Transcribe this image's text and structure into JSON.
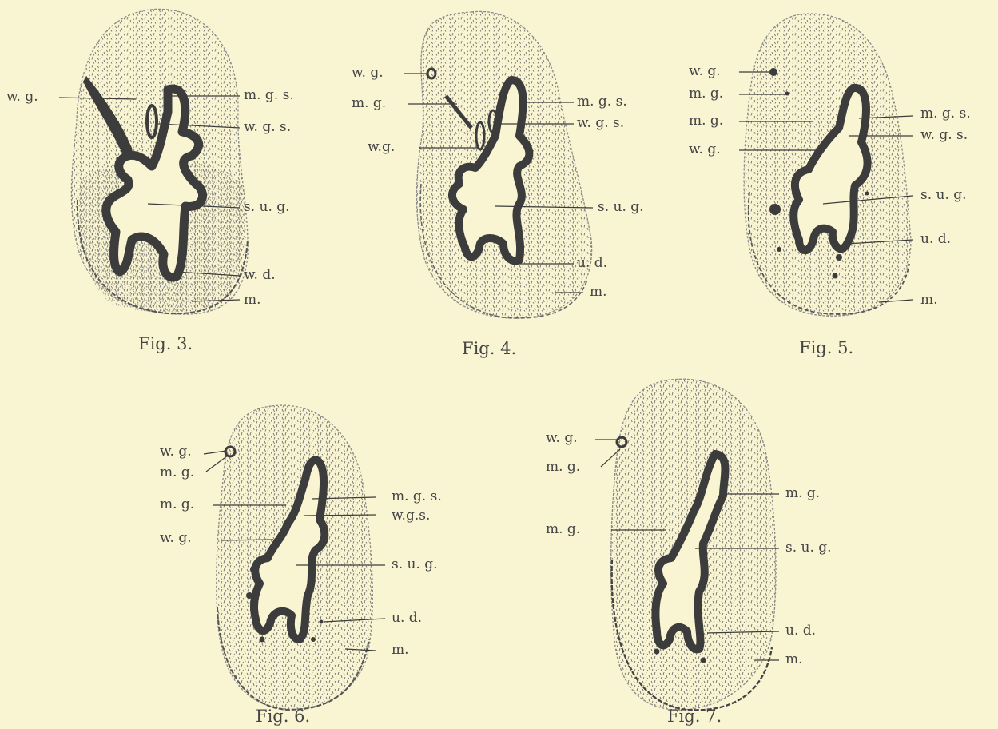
{
  "colors": {
    "paper": "#f9f4d2",
    "ink": "#3c3c3c",
    "stipple": "#6e6e6e"
  },
  "figures": [
    {
      "caption": "Fig. 3.",
      "labels": [
        "w. g.",
        "m. g. s.",
        "w. g. s.",
        "s. u. g.",
        "w. d.",
        "m."
      ]
    },
    {
      "caption": "Fig. 4.",
      "labels": [
        "w. g.",
        "m. g.",
        "w.g.",
        "m. g. s.",
        "w. g. s.",
        "s. u. g.",
        "u. d.",
        "m."
      ]
    },
    {
      "caption": "Fig. 5.",
      "labels": [
        "w. g.",
        "m. g.",
        "m. g.",
        "w. g.",
        "m. g. s.",
        "w. g. s.",
        "s. u. g.",
        "u. d.",
        "m."
      ]
    },
    {
      "caption": "Fig. 6.",
      "labels": [
        "w. g.",
        "m. g.",
        "m. g.",
        "w. g.",
        "m. g. s.",
        "w.g.s.",
        "s. u. g.",
        "u. d.",
        "m."
      ]
    },
    {
      "caption": "Fig. 7.",
      "labels": [
        "w. g.",
        "m. g.",
        "m. g.",
        "m. g.",
        "s. u. g.",
        "u. d.",
        "m."
      ]
    }
  ]
}
